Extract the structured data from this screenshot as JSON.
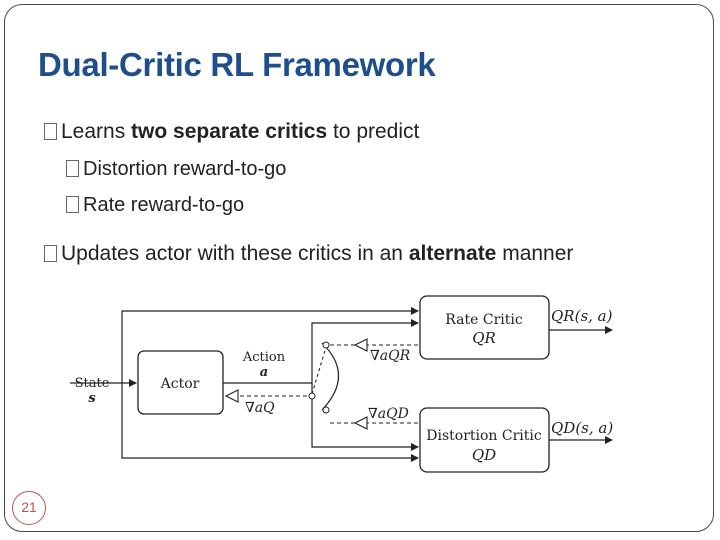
{
  "slide": {
    "title": "Dual-Critic RL Framework",
    "page_number": "21",
    "accent_color": "#1f4e8c",
    "page_number_color": "#c0504d"
  },
  "bullets": {
    "b1": {
      "pre": "Learns ",
      "bold": "two separate critics",
      "post": " to predict"
    },
    "b1_sub": [
      "Distortion reward-to-go",
      "Rate reward-to-go"
    ],
    "b2": {
      "pre": "Updates actor with these critics in an ",
      "bold": "alternate",
      "post": " manner"
    }
  },
  "diagram": {
    "state_label": "State",
    "state_symbol": "s",
    "actor_label": "Actor",
    "action_label": "Action",
    "action_symbol": "a",
    "grad_q": "∇aQ",
    "grad_qr": "∇aQR",
    "grad_qd": "∇aQD",
    "rate_critic_label": "Rate Critic",
    "rate_critic_symbol": "QR",
    "distortion_critic_label": "Distortion Critic",
    "distortion_critic_symbol": "QD",
    "rate_output": "QR(s, a)",
    "distortion_output": "QD(s, a)"
  }
}
